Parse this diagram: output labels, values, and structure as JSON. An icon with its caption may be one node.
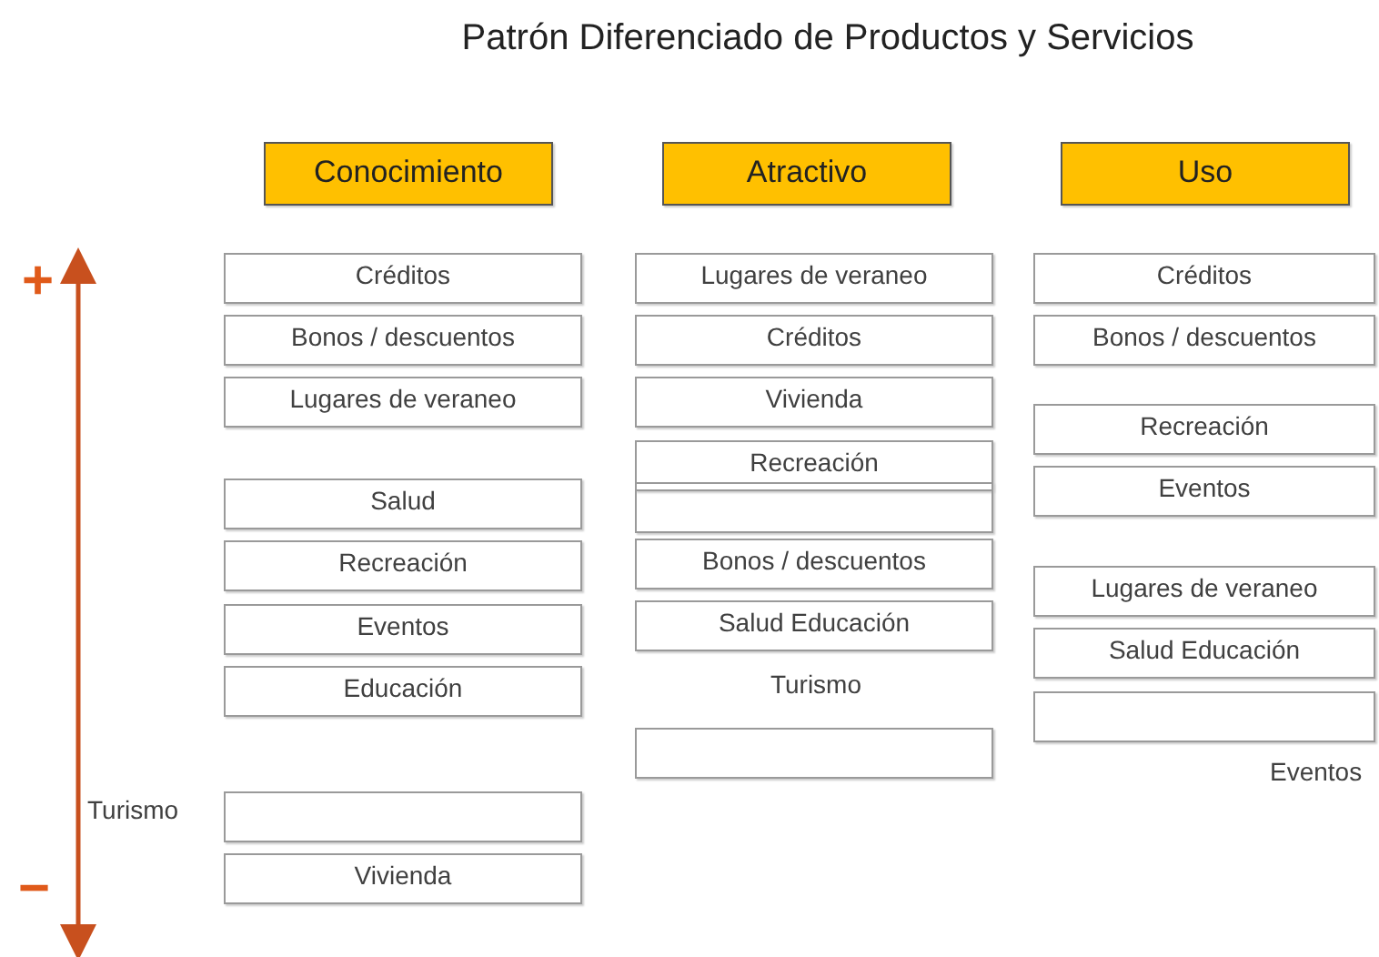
{
  "diagram": {
    "title": "Patrón Diferenciado de Productos y Servicios",
    "nodes": [
      {
        "text": [
          "Conocimiento"
        ]
      },
      {
        "text": [
          "Atractivo"
        ]
      },
      {
        "text": [
          "Uso"
        ]
      },
      {
        "text": [
          "Créditos"
        ]
      },
      {
        "text": [
          "Bonos / descuentos"
        ]
      },
      {
        "text": [
          "Lugares de veraneo"
        ]
      },
      {
        "text": [
          "Salud"
        ]
      },
      {
        "text": [
          "Recreación"
        ]
      },
      {
        "text": [
          "Eventos"
        ]
      },
      {
        "text": [
          "Educación"
        ]
      },
      {
        "text": [],
        "shape": "box"
      },
      {
        "text": [
          "Vivienda"
        ]
      },
      {
        "text": [
          "Lugares de veraneo"
        ]
      },
      {
        "text": [
          "Créditos"
        ]
      },
      {
        "text": [
          "Vivienda"
        ]
      },
      {
        "text": [
          "Recreación"
        ]
      },
      {
        "text": [],
        "shape": "box"
      },
      {
        "text": [
          "Bonos / descuentos"
        ]
      },
      {
        "text": [
          "Salud Educación"
        ]
      },
      {
        "text": [],
        "shape": "box"
      },
      {
        "text": [
          "Créditos"
        ]
      },
      {
        "text": [
          "Bonos / descuentos"
        ]
      },
      {
        "text": [
          "Recreación"
        ]
      },
      {
        "text": [
          "Eventos"
        ]
      },
      {
        "text": [
          "Lugares de veraneo"
        ]
      },
      {
        "text": [
          "Salud Educación"
        ]
      },
      {
        "text": [],
        "shape": "box"
      }
    ],
    "labels": [
      "+",
      "Turismo",
      "Eventos",
      "Turismo",
      "−"
    ]
  }
}
